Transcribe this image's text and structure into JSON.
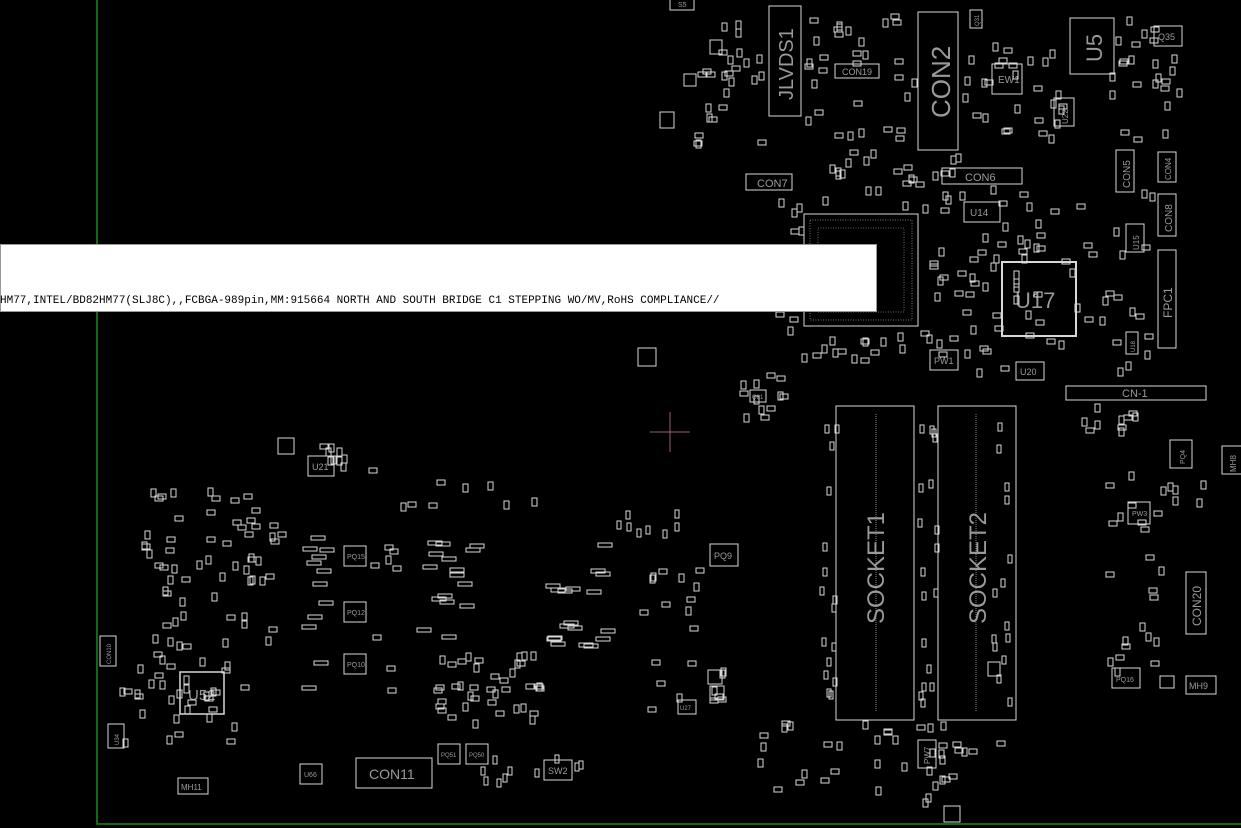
{
  "tooltip": {
    "text": "HM77,INTEL/BD82HM77(SLJ8C),,FCBGA-989pin,MM:915664 NORTH AND SOUTH BRIDGE C1 STEPPING WO/MV,RoHS COMPLIANCE//"
  },
  "colors": {
    "background": "#000000",
    "outline": "#d8d8d8",
    "label": "#9a9a9a",
    "board_edge": "#1a8a1a",
    "cursor": "#a06070"
  },
  "components": {
    "u5": "U5",
    "q35": "Q35",
    "jlvds1": "JLVDS1",
    "con2": "CON2",
    "con19": "CON19",
    "ew1": "EW1",
    "u22": "U22",
    "con5": "CON5",
    "con4": "CON4",
    "con8": "CON8",
    "con7": "CON7",
    "con6": "CON6",
    "u14": "U14",
    "u15": "U15",
    "u17": "U17",
    "fpc1": "FPC1",
    "u18": "U18",
    "pw1": "PW1",
    "u20": "U20",
    "cn1": "CN-1",
    "socket1": "SOCKET1",
    "socket2": "SOCKET2",
    "pq9": "PQ9",
    "pq15": "PQ15",
    "pq12": "PQ12",
    "pq10": "PQ10",
    "u21": "U21",
    "u52": "U52",
    "con10": "CON10",
    "u34": "U34",
    "mh11": "MH11",
    "u66": "U66",
    "con11": "CON11",
    "pq51": "PQ51",
    "pq50": "PQ50",
    "sw2": "SW2",
    "pw7": "PW7",
    "con20": "CON20",
    "pq4": "PQ4",
    "mh8": "MH8",
    "mh9": "MH9",
    "pq16": "PQ16",
    "pw3": "PW3",
    "u27": "U27",
    "s5": "S5",
    "q31": "Q31",
    "q81": "Q81"
  }
}
